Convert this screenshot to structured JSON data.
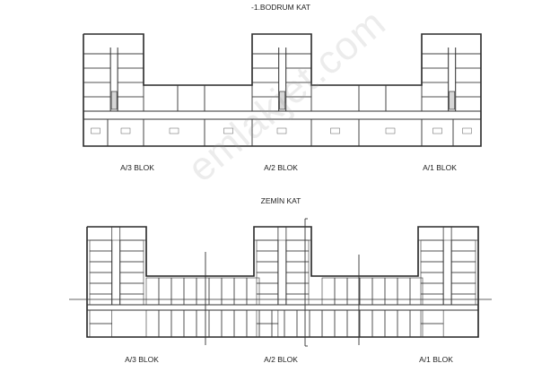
{
  "watermark": "emlakjet.com",
  "plans": [
    {
      "title": "-1.BODRUM KAT",
      "blocks": [
        "A/3 BLOK",
        "A/2 BLOK",
        "A/1 BLOK"
      ]
    },
    {
      "title": "ZEMİN KAT",
      "blocks": [
        "A/3 BLOK",
        "A/2 BLOK",
        "A/1 BLOK"
      ]
    }
  ]
}
